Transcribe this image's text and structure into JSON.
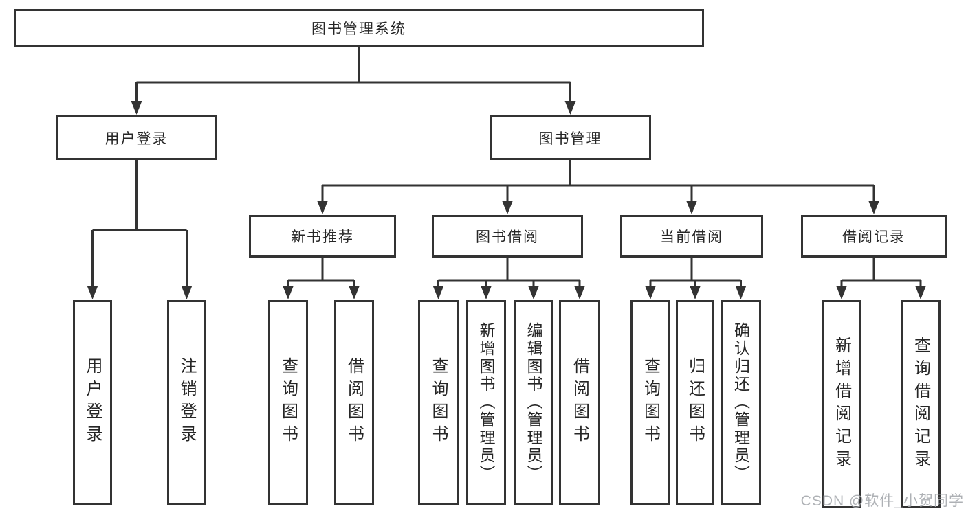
{
  "diagram": {
    "type": "hierarchy-tree",
    "colors": {
      "line": "#333333",
      "box_border": "#333333",
      "box_background": "#ffffff",
      "text": "#262626",
      "watermark": "#a5a8ad"
    },
    "nodes": {
      "root": {
        "label": "图书管理系统",
        "children": [
          "user_login",
          "book_management"
        ]
      },
      "user_login": {
        "label": "用户登录",
        "children": [
          "leaf_user_login",
          "leaf_logout"
        ]
      },
      "book_management": {
        "label": "图书管理",
        "children": [
          "new_book_recommendation",
          "book_borrowing",
          "current_borrowing",
          "borrowing_records"
        ]
      },
      "new_book_recommendation": {
        "label": "新书推荐",
        "children": [
          "leaf_rec_query_books",
          "leaf_rec_borrow_books"
        ]
      },
      "book_borrowing": {
        "label": "图书借阅",
        "children": [
          "leaf_bor_query_books",
          "leaf_bor_add_books",
          "leaf_bor_edit_books",
          "leaf_bor_borrow_books"
        ]
      },
      "current_borrowing": {
        "label": "当前借阅",
        "children": [
          "leaf_cur_query_books",
          "leaf_cur_return_books",
          "leaf_cur_confirm_return"
        ]
      },
      "borrowing_records": {
        "label": "借阅记录",
        "children": [
          "leaf_recd_add_record",
          "leaf_recd_query_record"
        ]
      },
      "leaf_user_login": {
        "label": "用户登录"
      },
      "leaf_logout": {
        "label": "注销登录"
      },
      "leaf_rec_query_books": {
        "label": "查询图书"
      },
      "leaf_rec_borrow_books": {
        "label": "借阅图书"
      },
      "leaf_bor_query_books": {
        "label": "查询图书"
      },
      "leaf_bor_add_books": {
        "label": "新增图书（管理员）"
      },
      "leaf_bor_edit_books": {
        "label": "编辑图书（管理员）"
      },
      "leaf_bor_borrow_books": {
        "label": "借阅图书"
      },
      "leaf_cur_query_books": {
        "label": "查询图书"
      },
      "leaf_cur_return_books": {
        "label": "归还图书"
      },
      "leaf_cur_confirm_return": {
        "label": "确认归还（管理员）"
      },
      "leaf_recd_add_record": {
        "label": "新增借阅记录"
      },
      "leaf_recd_query_record": {
        "label": "查询借阅记录"
      }
    },
    "watermark": {
      "text": "CSDN @软件_小贺同学"
    }
  }
}
